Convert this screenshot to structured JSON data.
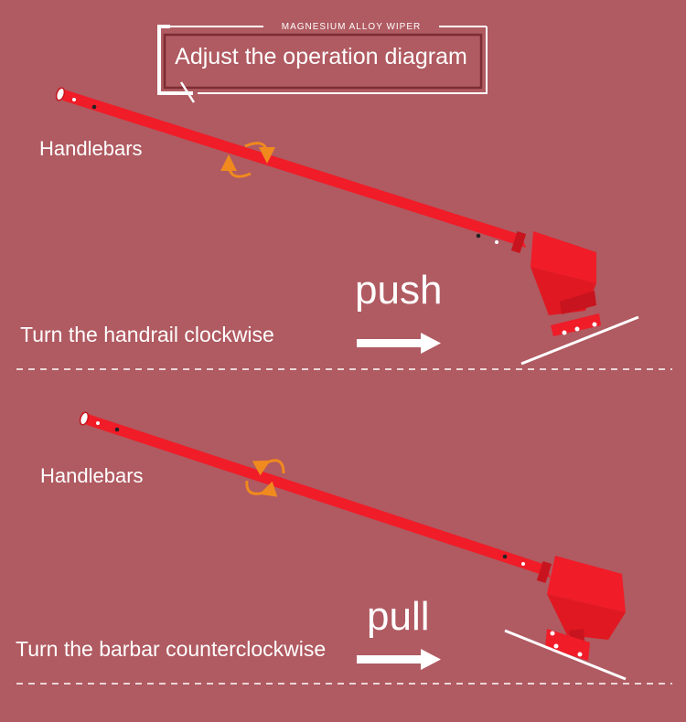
{
  "header": {
    "kicker": "MAGNESIUM ALLOY WIPER",
    "title": "Adjust the operation diagram"
  },
  "panels": [
    {
      "handle_label": "Handlebars",
      "action": "push",
      "instruction": "Turn the handrail clockwise"
    },
    {
      "handle_label": "Handlebars",
      "action": "pull",
      "instruction": "Turn the barbar counterclockwise"
    }
  ],
  "colors": {
    "background": "#b05a61",
    "wiper": "#f01c28",
    "wiper_dark": "#c8141e",
    "rotate_arrow": "#f08a1e",
    "line": "#ffffff"
  },
  "icons": {
    "rotation": "rotate-cycle-icon",
    "direction": "arrow-right-icon"
  }
}
